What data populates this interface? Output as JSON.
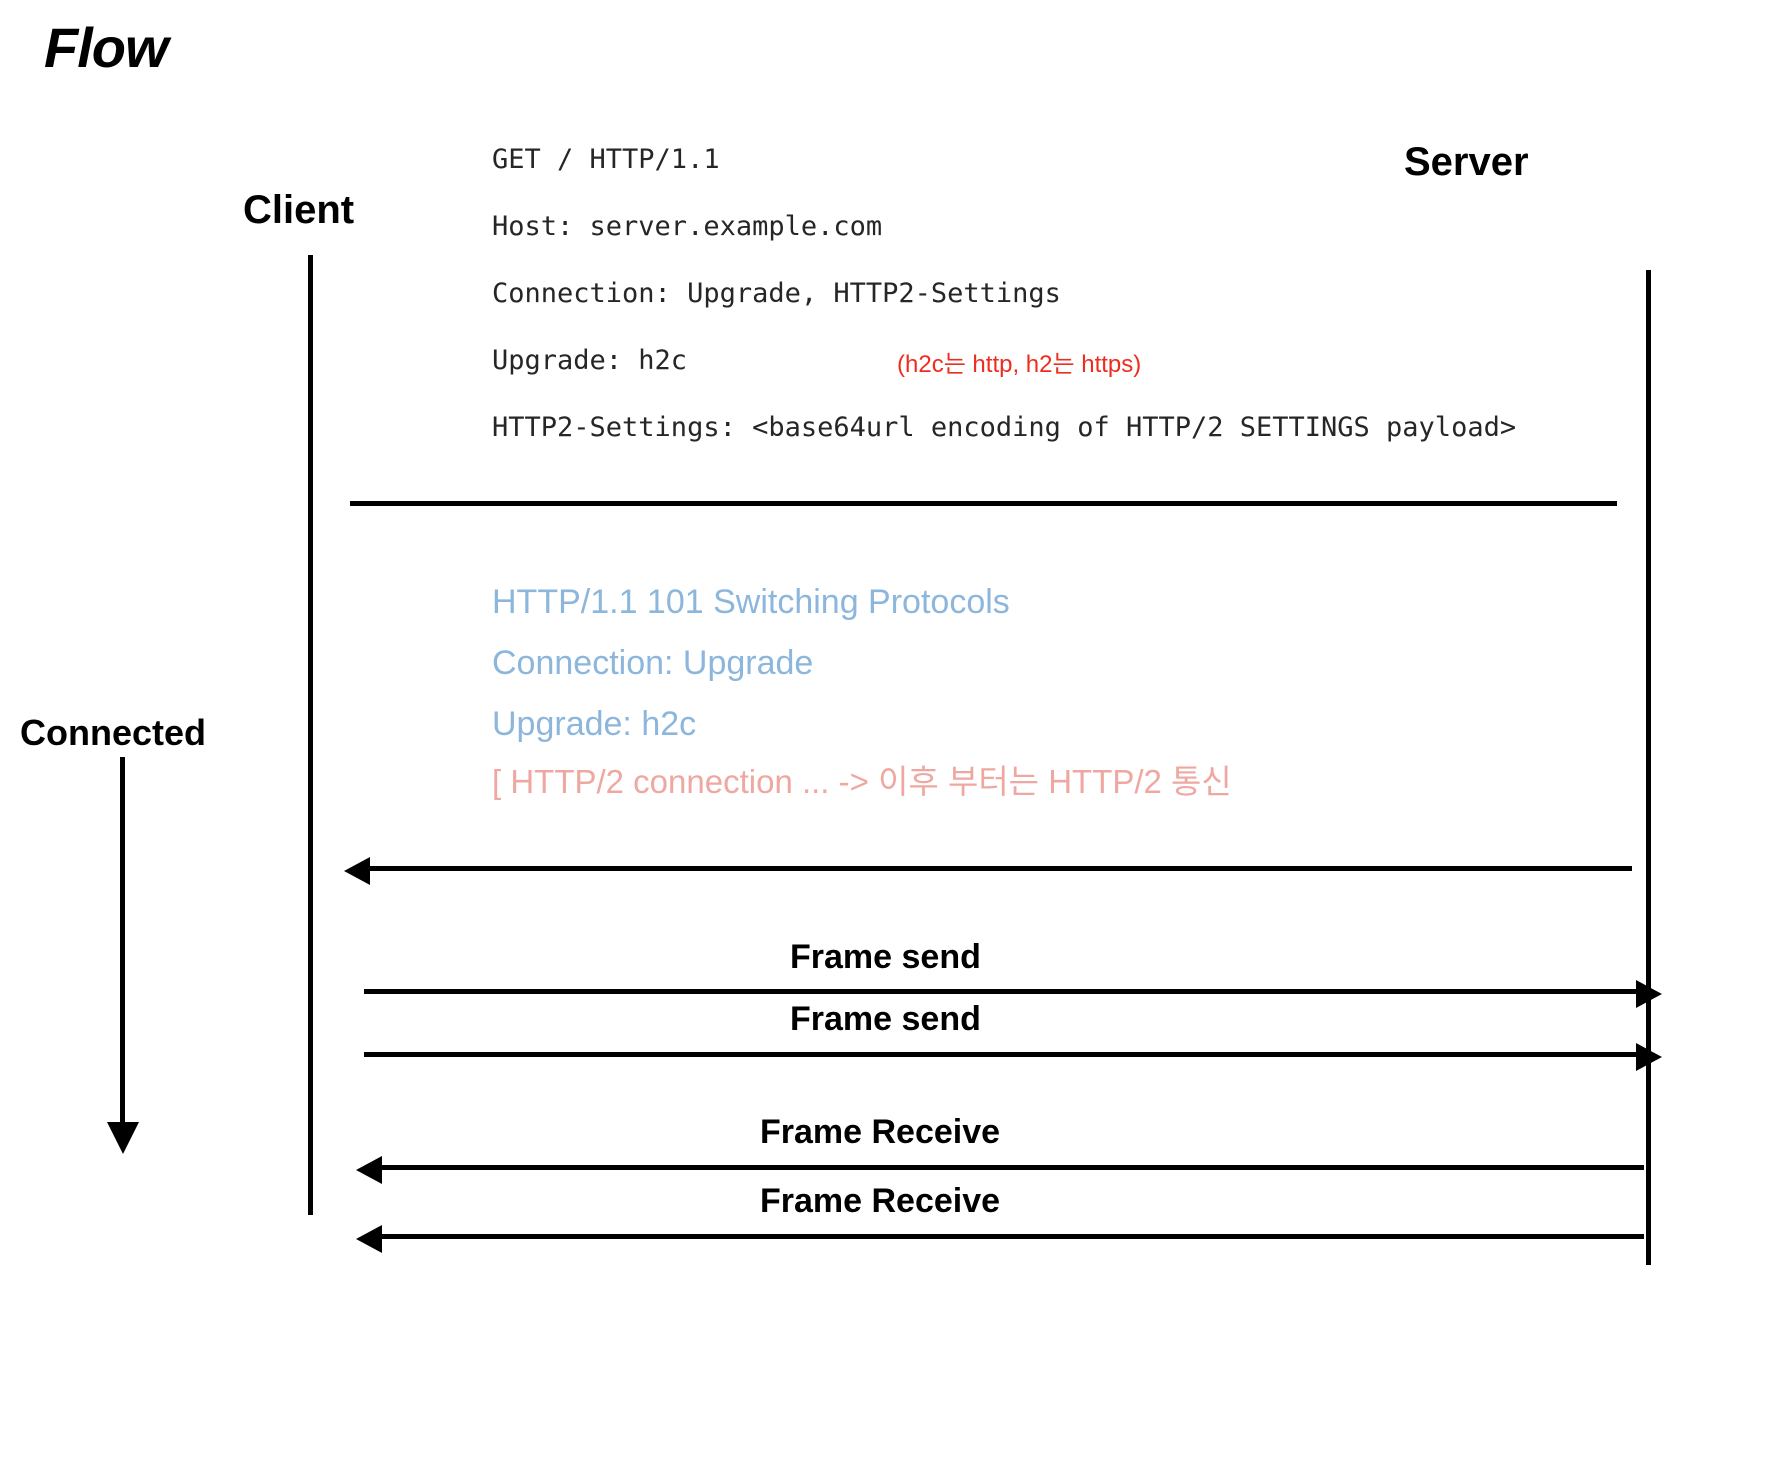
{
  "title": "Flow",
  "actors": {
    "client": "Client",
    "server": "Server"
  },
  "state": {
    "connected": "Connected"
  },
  "request": {
    "lines": [
      "GET / HTTP/1.1",
      "Host: server.example.com",
      "Connection: Upgrade, HTTP2-Settings",
      "Upgrade: h2c",
      "HTTP2-Settings: <base64url encoding of HTTP/2 SETTINGS payload>"
    ],
    "annotation": "(h2c는 http, h2는 https)",
    "annotation_color": "#ee2d1f"
  },
  "response": {
    "lines": [
      "HTTP/1.1 101 Switching Protocols",
      "Connection: Upgrade",
      "Upgrade: h2c"
    ],
    "color": "#8cb6dc",
    "annotation": "[ HTTP/2 connection ... -> 이후 부터는 HTTP/2 통신",
    "annotation_color": "#efa8a1"
  },
  "messages": [
    {
      "label": "",
      "direction": "right"
    },
    {
      "label": "",
      "direction": "left"
    },
    {
      "label": "Frame send",
      "direction": "right"
    },
    {
      "label": "Frame send",
      "direction": "right"
    },
    {
      "label": "Frame Receive",
      "direction": "left"
    },
    {
      "label": "Frame Receive",
      "direction": "left"
    }
  ],
  "colors": {
    "foreground": "#000000",
    "background": "#ffffff",
    "mono_text": "#262626"
  }
}
